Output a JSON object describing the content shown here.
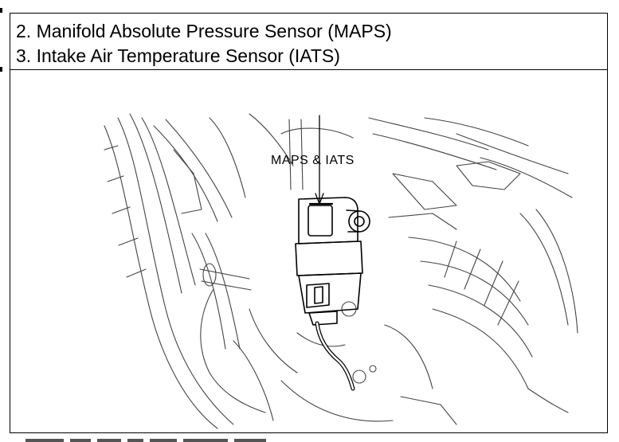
{
  "header": {
    "line_1": "2. Manifold Absolute Pressure Sensor (MAPS)",
    "line_2": "3. Intake Air Temperature Sensor (IATS)"
  },
  "figure": {
    "callout_label": "MAPS & IATS",
    "illustration": "sensor-mounted-on-intake-manifold-line-drawing"
  }
}
